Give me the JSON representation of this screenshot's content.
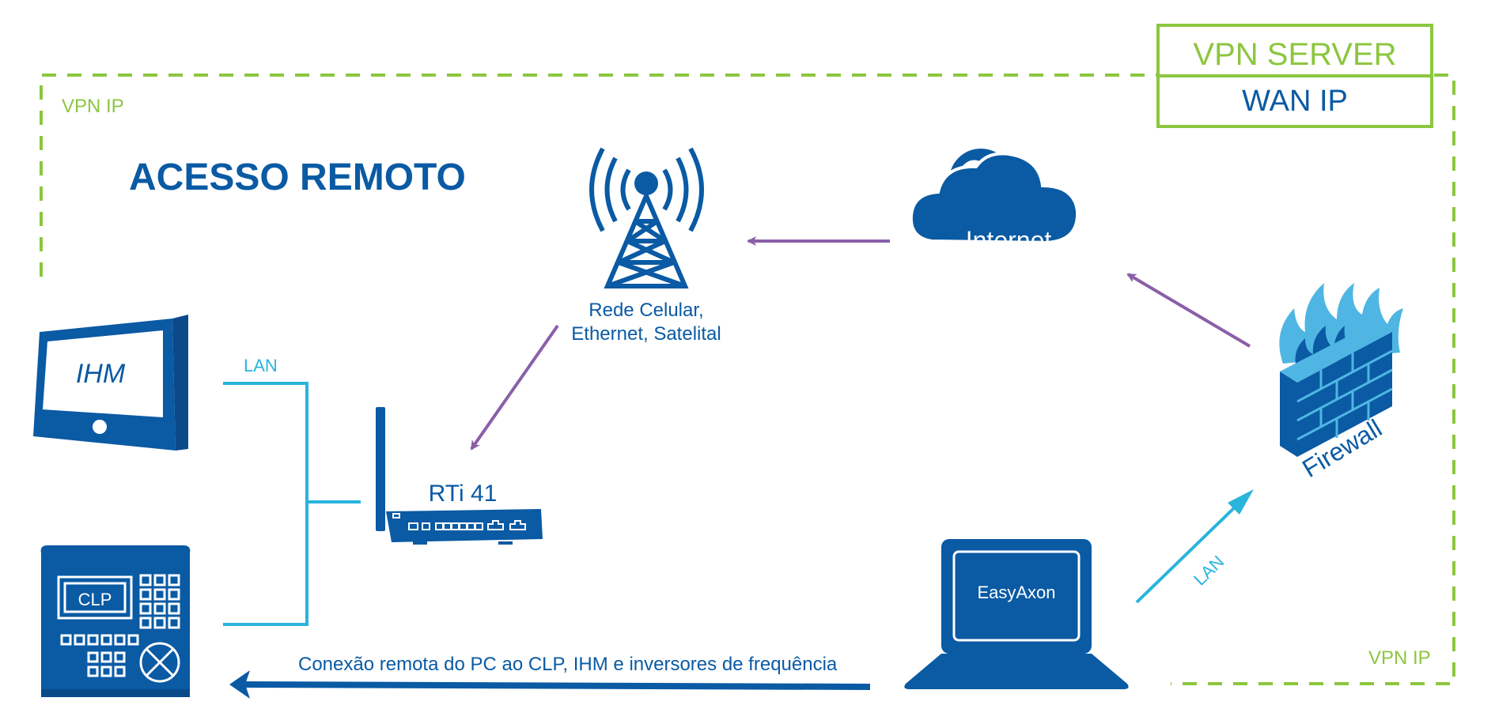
{
  "title": "ACESSO REMOTO",
  "vpn_server": {
    "top": "VPN SERVER",
    "bottom": "WAN IP"
  },
  "vpn_ip_top_left": "VPN IP",
  "vpn_ip_bottom_right": "VPN IP",
  "tower_label": [
    "Rede Celular,",
    "Ethernet, Satelital"
  ],
  "internet_label": "Internet",
  "firewall_label": "Firewall",
  "router_label": "RTi 41",
  "hmi_label": "IHM",
  "plc_label": "CLP",
  "laptop_screen_label": "EasyAxon",
  "lan_left": "LAN",
  "lan_right": "LAN",
  "connection_caption": "Conexão remota do PC ao CLP, IHM e inversores de frequência",
  "colors": {
    "blue": "#0a5aa4",
    "cyan": "#29b4dc",
    "green": "#8cc63f",
    "purple": "#8a5fa8",
    "light_blue": "#4fb6e3"
  }
}
